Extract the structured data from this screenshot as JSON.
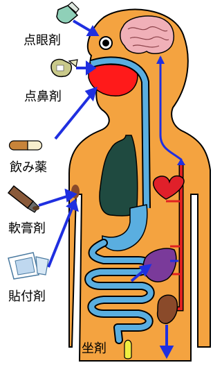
{
  "labels": {
    "eye_drops": "点眼剤",
    "nasal_drops": "点鼻剤",
    "oral_medicine": "飲み薬",
    "ointment": "軟膏剤",
    "patch": "貼付剤",
    "suppository": "坐剤"
  },
  "colors": {
    "body": "#f4a340",
    "outline": "#000000",
    "digestive_tract": "#5aaee0",
    "arrow": "#1f2fe0",
    "artery": "#e02020",
    "brain": "#f0b0b8",
    "mouth": "#ff1a1a",
    "lung": "#1f4a40",
    "heart": "#e0202a",
    "liver": "#7a3a9a",
    "kidney": "#8a4a2a"
  }
}
